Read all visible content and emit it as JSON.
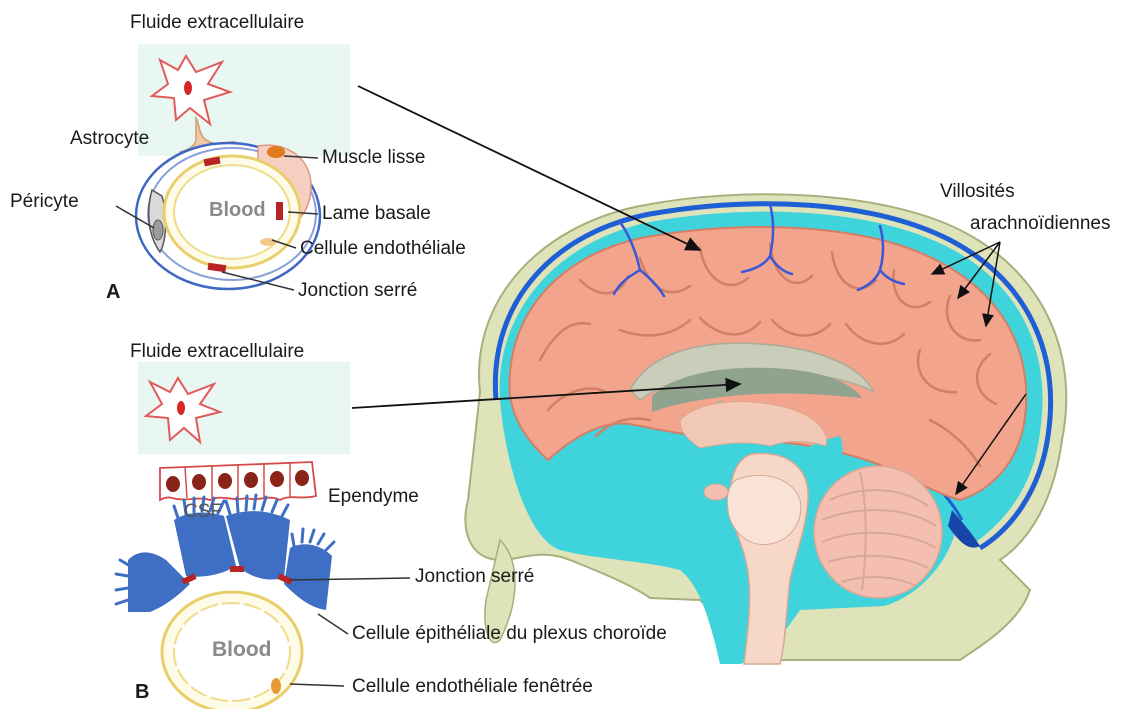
{
  "panel_a": {
    "panel_letter": "A",
    "blood": "Blood",
    "labels": {
      "extracellular": "Fluide extracellulaire",
      "astrocyte": "Astrocyte",
      "pericyte": "Péricyte",
      "smooth_muscle": "Muscle lisse",
      "basal_lamina": "Lame basale",
      "endothelial": "Cellule endothéliale",
      "tight_junction": "Jonction serré"
    }
  },
  "panel_b": {
    "panel_letter": "B",
    "blood": "Blood",
    "csf": "CSF",
    "labels": {
      "extracellular": "Fluide extracellulaire",
      "ependyma": "Ependyme",
      "tight_junction": "Jonction serré",
      "choroid_epithelial": "Cellule épithéliale du plexus choroïde",
      "fenestrated_endothelial": "Cellule endothéliale fenêtrée"
    }
  },
  "brain": {
    "labels": {
      "arachnoid_villi_line1": "Villosités",
      "arachnoid_villi_line2": "arachnoïdiennes"
    }
  },
  "colors": {
    "cortex": "#f2a58c",
    "csf": "#3fd3dc",
    "vessel": "#1f5fd6",
    "tight_junction": "#b82323",
    "choroid_epithelium": "#3e6fc4",
    "panel_background": "#e9f7f3"
  }
}
